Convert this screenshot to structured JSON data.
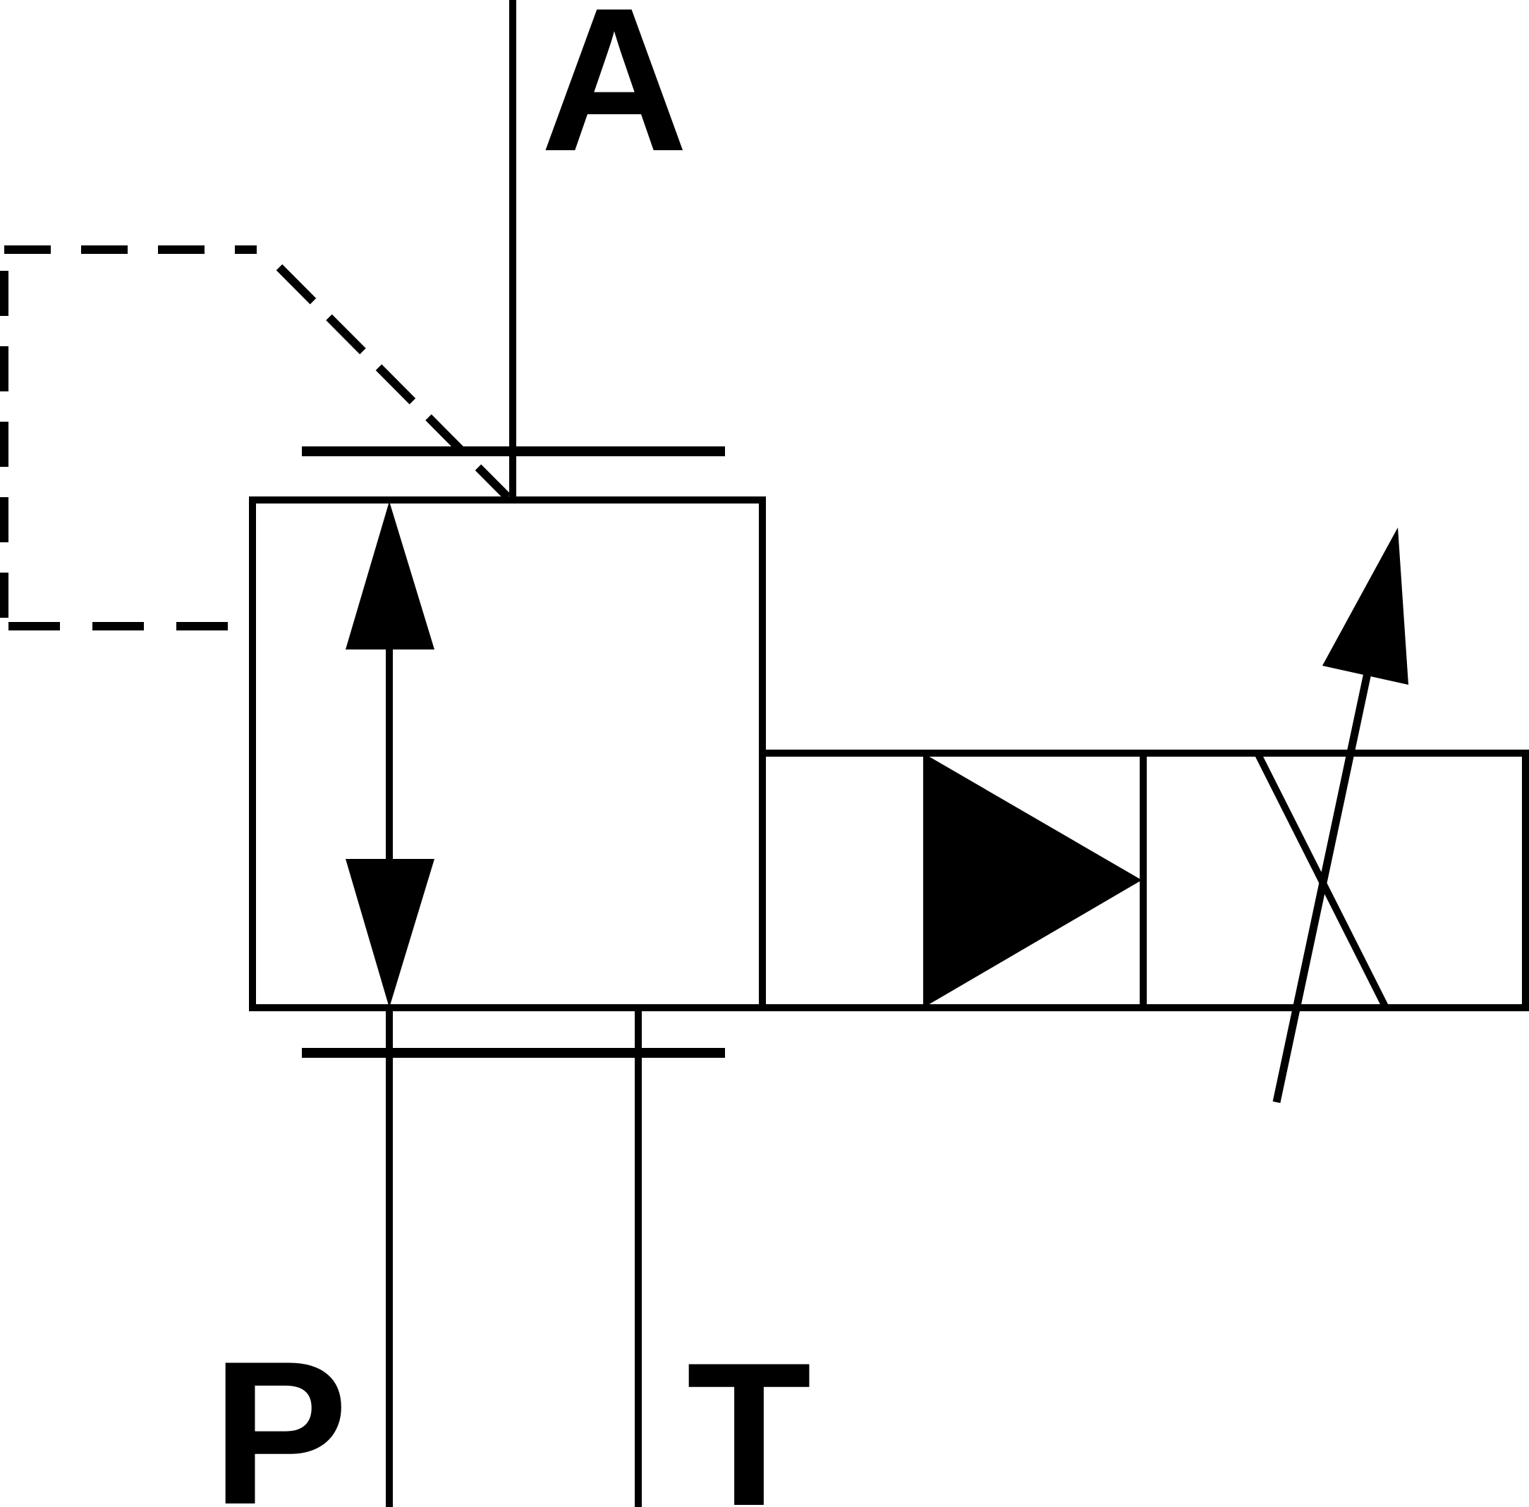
{
  "diagram": {
    "ports": {
      "a": "A",
      "p": "P",
      "t": "T"
    },
    "colors": {
      "stroke": "#000000",
      "background": "#ffffff"
    },
    "icons": {
      "valve_flow_arrow": "double-headed-vertical-arrow-icon",
      "proportional_solenoid": "solid-triangle-icon",
      "variable_adjustment": "diagonal-arrow-icon"
    }
  }
}
